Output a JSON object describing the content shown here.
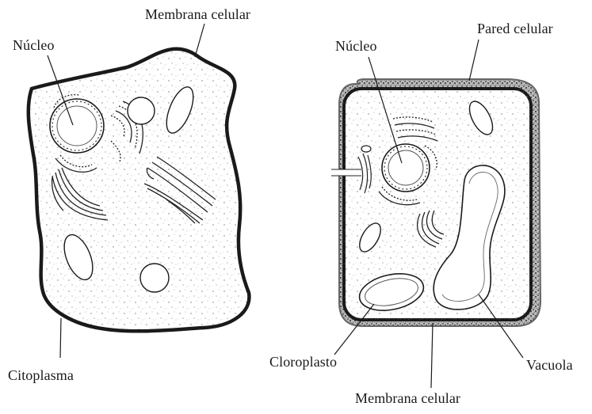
{
  "animal_cell": {
    "labels": {
      "membrana": "Membrana celular",
      "nucleo": "Núcleo",
      "citoplasma": "Citoplasma"
    }
  },
  "plant_cell": {
    "labels": {
      "nucleo": "Núcleo",
      "pared": "Pared celular",
      "cloroplasto": "Cloroplasto",
      "vacuola": "Vacuola",
      "membrana": "Membrana celular"
    }
  },
  "colors": {
    "ink": "#1a1a1a",
    "wall": "#3a3a3a",
    "background": "#ffffff"
  }
}
